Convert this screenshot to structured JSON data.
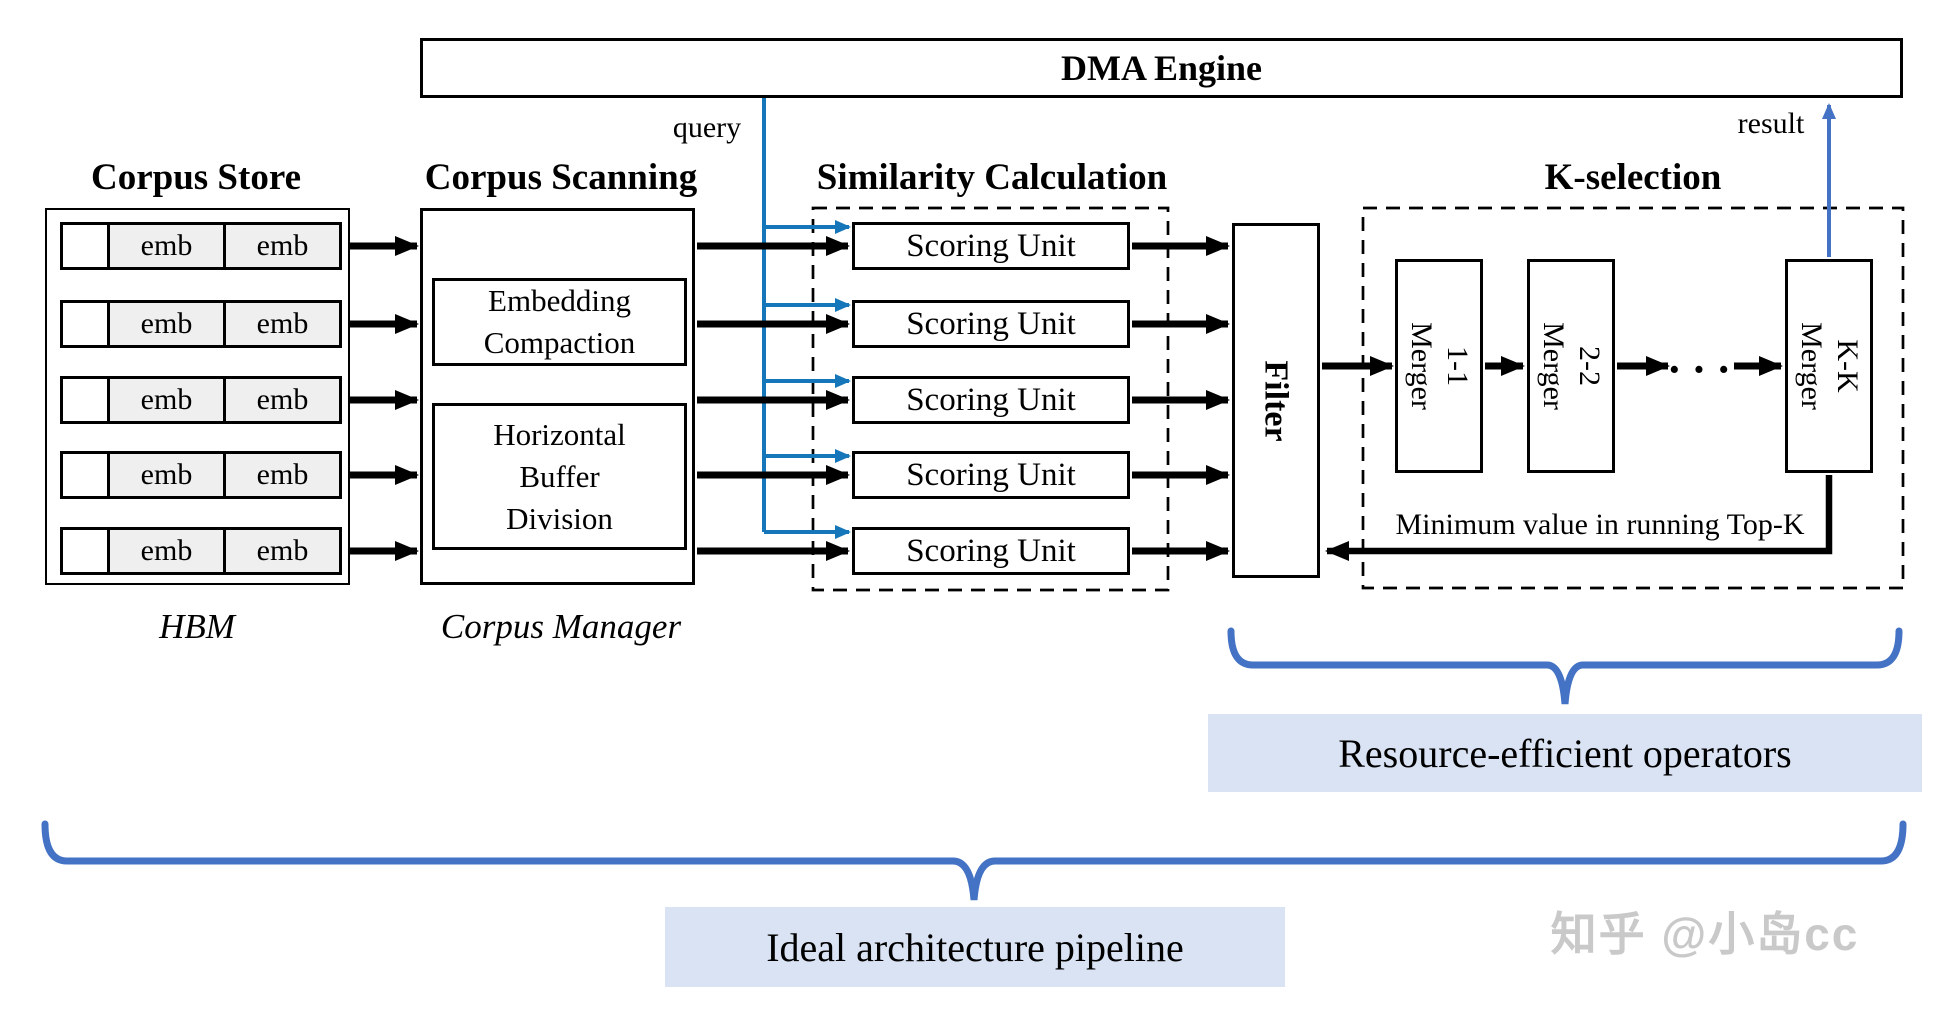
{
  "dma": {
    "label": "DMA Engine"
  },
  "signals": {
    "query": "query",
    "result": "result"
  },
  "corpus_store": {
    "title": "Corpus Store",
    "emb_label": "emb",
    "row_count": 5,
    "memory_label": "HBM"
  },
  "corpus_scanning": {
    "title": "Corpus Scanning",
    "embedding_compaction_lines": [
      "Embedding",
      "Compaction"
    ],
    "horizontal_buffer_lines": [
      "Horizontal",
      "Buffer",
      "Division"
    ],
    "manager_label": "Corpus Manager"
  },
  "similarity": {
    "title": "Similarity Calculation",
    "scoring_unit_label": "Scoring Unit",
    "unit_count": 5
  },
  "filter": {
    "label": "Filter"
  },
  "k_selection": {
    "title": "K-selection",
    "mergers": [
      {
        "stage": "1-1",
        "unit": "Merger"
      },
      {
        "stage": "2-2",
        "unit": "Merger"
      },
      {
        "stage": "K-K",
        "unit": "Merger"
      }
    ],
    "ellipsis": "···",
    "feedback_label": "Minimum value in running Top-K"
  },
  "annotations": {
    "resource_efficient": "Resource-efficient operators",
    "ideal_pipeline": "Ideal architecture pipeline"
  },
  "watermark": "知乎 @小岛cc",
  "colors": {
    "query_blue": "#1577b9",
    "accent_blue": "#4472c4",
    "caption_fill": "#dae3f3",
    "emb_fill": "#efefef",
    "watermark_gray": "#c9c9c9",
    "line_black": "#000000"
  }
}
